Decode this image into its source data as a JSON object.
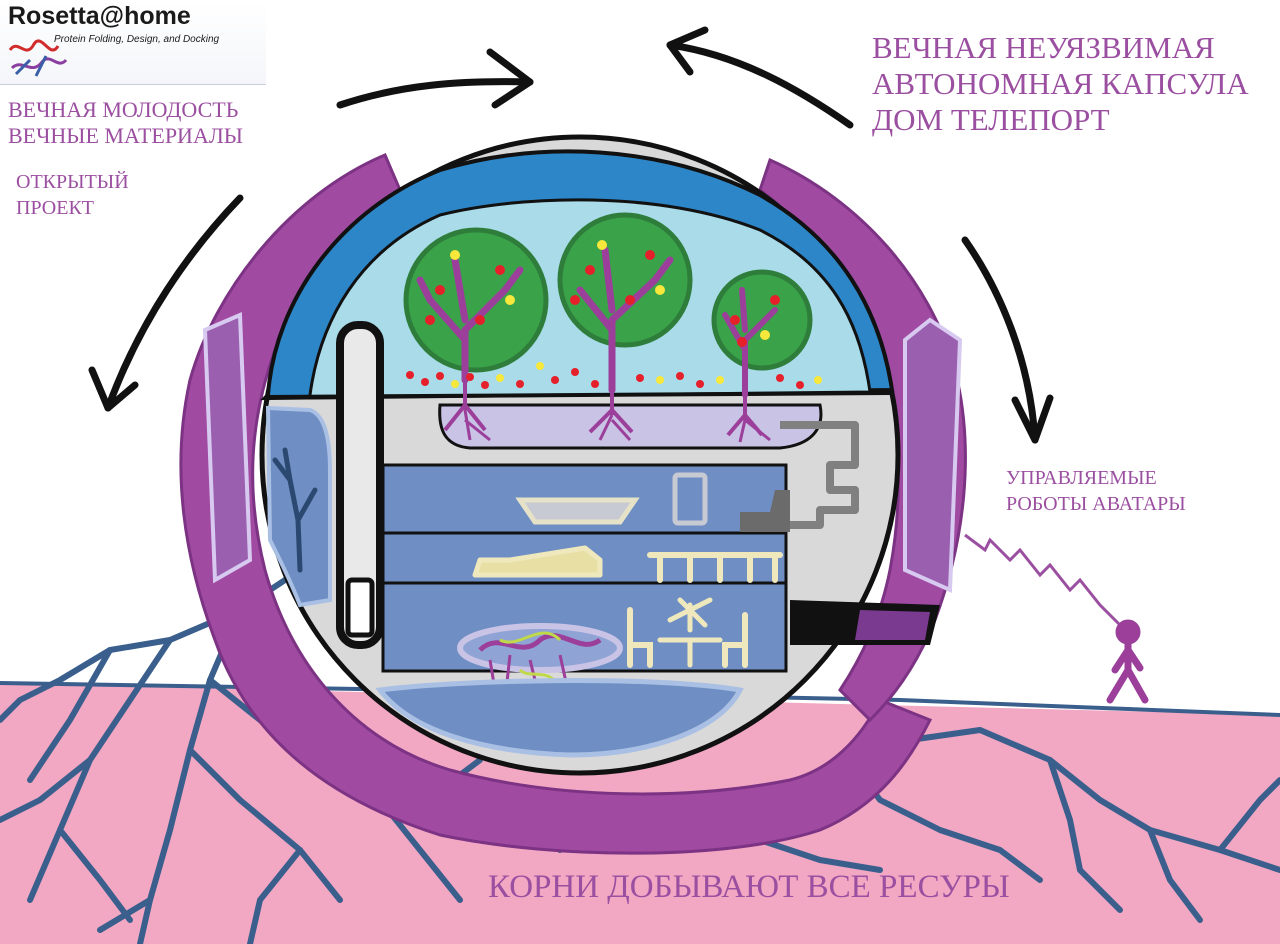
{
  "logo": {
    "title": "Rosetta@home",
    "subtitle": "Protein Folding, Design, and Docking"
  },
  "labels": {
    "youth_line1": "ВЕЧНАЯ МОЛОДОСТЬ",
    "youth_line2": "ВЕЧНЫЕ МАТЕРИАЛЫ",
    "open_line1": "ОТКРЫТЫЙ",
    "open_line2": "ПРОЕКТ",
    "capsule_line1": "ВЕЧНАЯ НЕУЯЗВИМАЯ",
    "capsule_line2": "АВТОНОМНАЯ КАПСУЛА",
    "capsule_line3": "ДОМ ТЕЛЕПОРТ",
    "robots_line1": "УПРАВЛЯЕМЫЕ",
    "robots_line2": "РОБОТЫ АВАТАРЫ",
    "roots": "КОРНИ ДОБЫВАЮТ ВСЕ РЕСУРЫ"
  },
  "colors": {
    "label_purple": "#9b4fa0",
    "shell_purple": "#a04aa2",
    "ground_pink": "#f2a7c3",
    "sky_blue": "#a9dbe9",
    "dome_blue": "#2d86c7",
    "floor_blue": "#6f8fc4",
    "root_blue": "#3b5f8c",
    "tree_green": "#3aa34a"
  },
  "icons": [
    "rotation-arrow-icon",
    "tree-icon",
    "bathtub-icon",
    "bed-icon",
    "table-icon",
    "chair-icon",
    "stick-figure-icon",
    "protein-icon"
  ]
}
